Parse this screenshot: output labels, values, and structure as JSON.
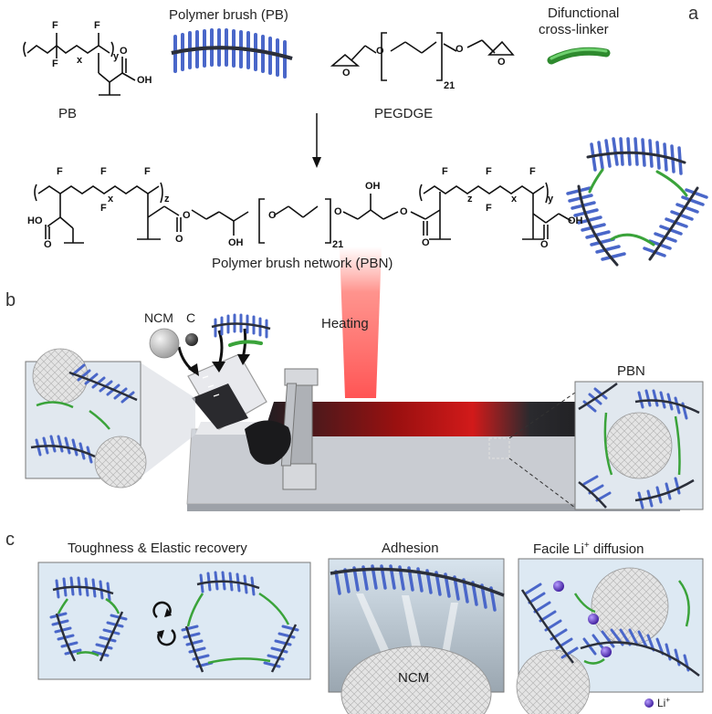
{
  "panels": {
    "a": "a",
    "b": "b",
    "c": "c"
  },
  "panel_a": {
    "polymer_brush_label": "Polymer brush (PB)",
    "crosslinker_label_line1": "Difunctional",
    "crosslinker_label_line2": "cross-linker",
    "pb_label": "PB",
    "pegdge_label": "PEGDGE",
    "pegdge_repeat": "21",
    "pbn_label": "Polymer brush network (PBN)",
    "pbn_repeat": "21",
    "atoms": {
      "F": "F",
      "O": "O",
      "OH": "OH",
      "HO": "HO",
      "x": "x",
      "y": "y",
      "z": "z"
    }
  },
  "panel_b": {
    "ncm_label": "NCM",
    "c_label": "C",
    "heating_label": "Heating",
    "pbn_label": "PBN"
  },
  "panel_c": {
    "toughness_title": "Toughness & Elastic recovery",
    "adhesion_title": "Adhesion",
    "diffusion_title_prefix": "Facile Li",
    "diffusion_title_sup": "+",
    "diffusion_title_suffix": " diffusion",
    "ncm_label": "NCM",
    "li_legend": "Li",
    "li_legend_sup": "+"
  },
  "colors": {
    "brush_blue": "#4a67c9",
    "backbone": "#2b2f3a",
    "crosslinker_green": "#3aa33a",
    "panel_bg": "#dde9f3",
    "heat_red": "#e0302a",
    "li_purple": "#5a2fc0"
  }
}
